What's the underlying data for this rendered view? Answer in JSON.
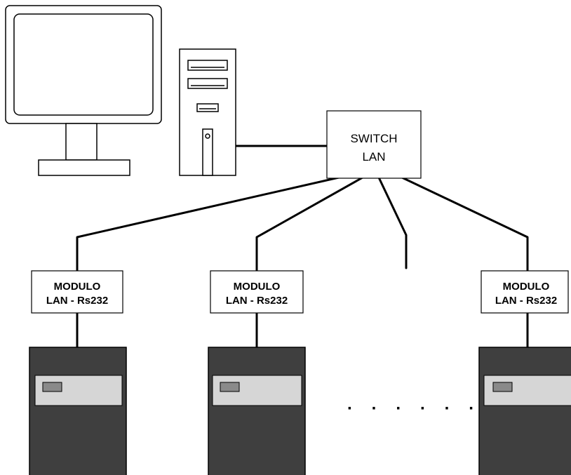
{
  "switch": {
    "line1": "SWITCH",
    "line2": "LAN"
  },
  "modules": [
    {
      "line1": "MODULO",
      "line2": "LAN - Rs232"
    },
    {
      "line1": "MODULO",
      "line2": "LAN - Rs232"
    },
    {
      "line1": "MODULO",
      "line2": "LAN - Rs232"
    }
  ],
  "ellipsis": "· · · · · ·",
  "colors": {
    "device_body": "#3f3f3f",
    "device_panel": "#d6d6d6",
    "device_indicator": "#8a8a8a",
    "line": "#000000",
    "outline": "#000000",
    "background": "#ffffff"
  }
}
